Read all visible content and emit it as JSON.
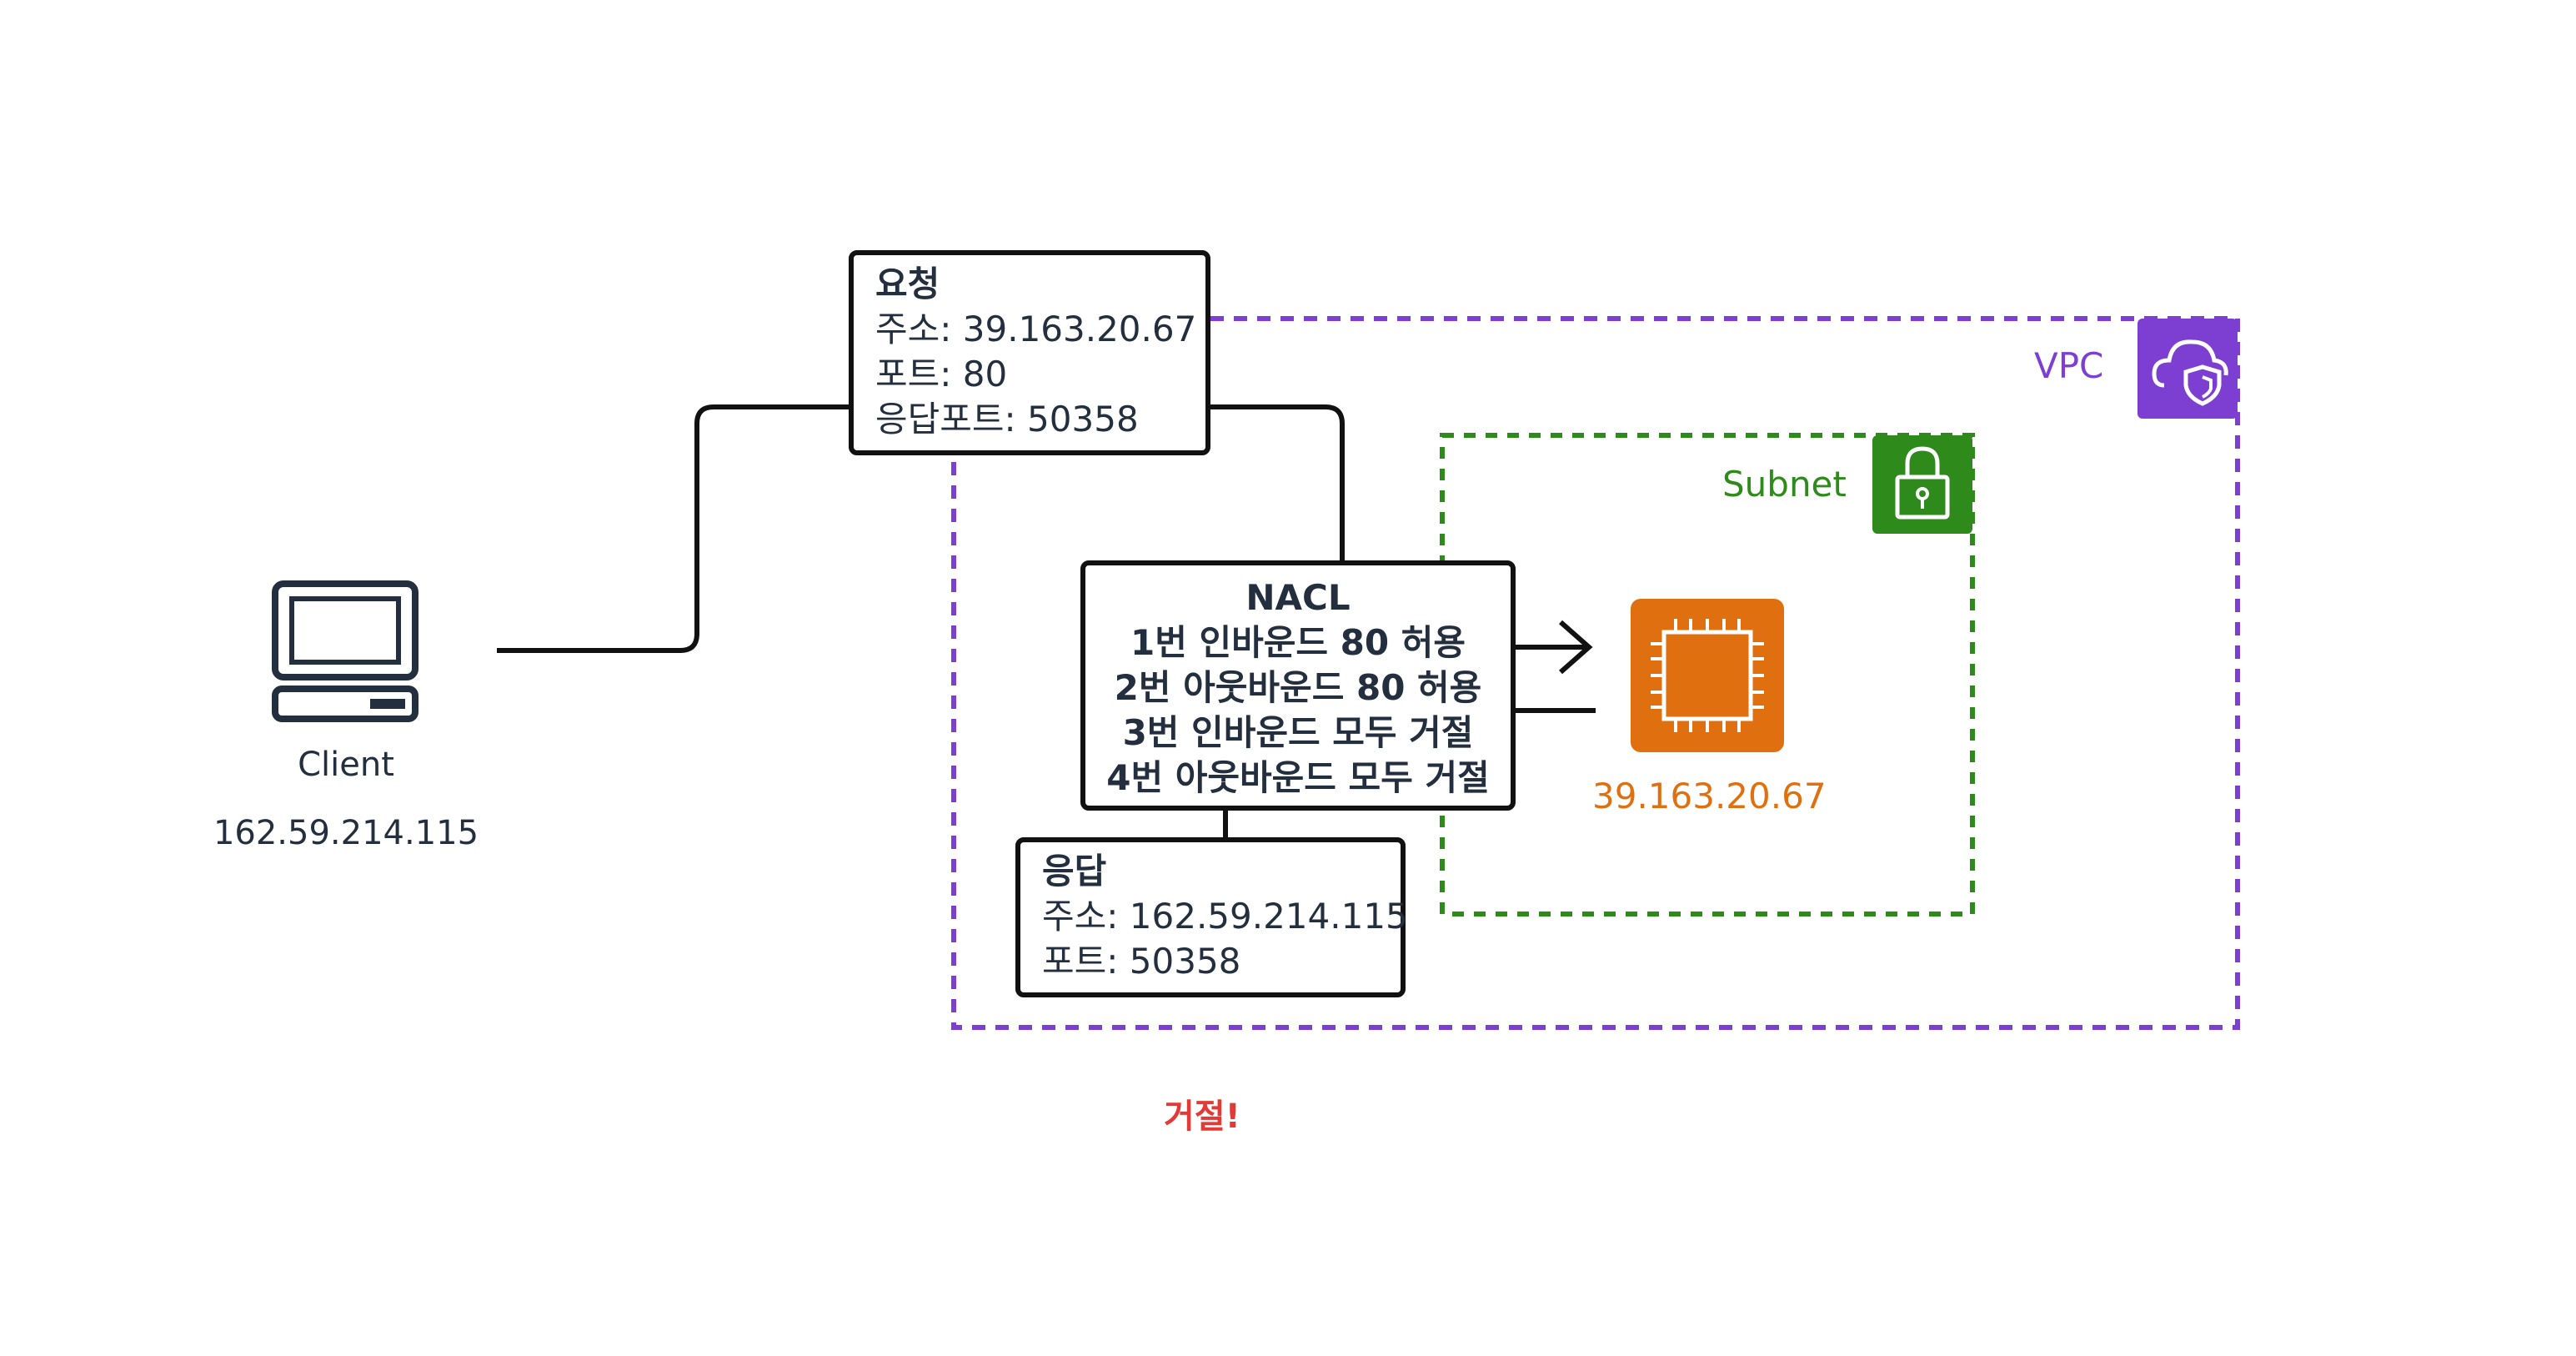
{
  "client": {
    "label": "Client",
    "ip": "162.59.214.115"
  },
  "request": {
    "title": "요청",
    "address": "주소: 39.163.20.67",
    "port": "포트: 80",
    "response_port": "응답포트: 50358"
  },
  "nacl": {
    "title": "NACL",
    "rules": [
      "1번 인바운드 80 허용",
      "2번 아웃바운드 80 허용",
      "3번 인바운드 모두 거절",
      "4번 아웃바운드 모두 거절"
    ]
  },
  "response": {
    "title": "응답",
    "address": "주소: 162.59.214.115",
    "port": "포트: 50358"
  },
  "vpc": {
    "label": "VPC",
    "icon": "cloud-shield-icon",
    "color": "#7d3fd1"
  },
  "subnet": {
    "label": "Subnet",
    "icon": "lock-icon",
    "color": "#2e8a1a"
  },
  "instance": {
    "ip": "39.163.20.67",
    "icon": "chip-icon",
    "color": "#e0700f"
  },
  "result": {
    "label": "거절!",
    "color": "#e53935"
  }
}
